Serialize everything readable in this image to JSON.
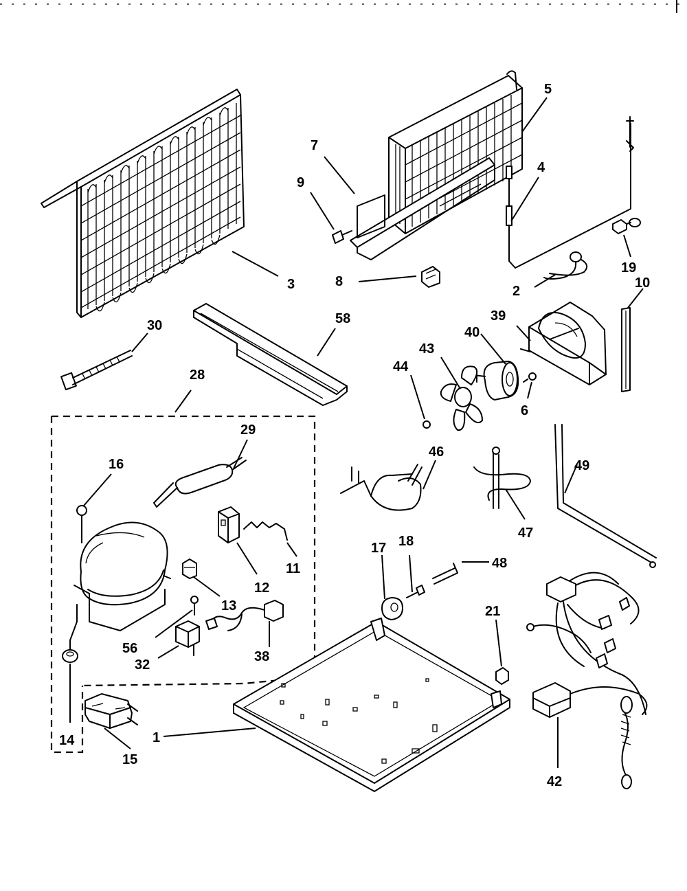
{
  "diagram": {
    "labels": {
      "p1": "1",
      "p2": "2",
      "p3": "3",
      "p4": "4",
      "p5": "5",
      "p6": "6",
      "p7": "7",
      "p8": "8",
      "p9": "9",
      "p10": "10",
      "p11": "11",
      "p12": "12",
      "p13": "13",
      "p14": "14",
      "p15": "15",
      "p16": "16",
      "p17": "17",
      "p18": "18",
      "p19": "19",
      "p21": "21",
      "p28": "28",
      "p29": "29",
      "p30": "30",
      "p32": "32",
      "p38": "38",
      "p39": "39",
      "p40": "40",
      "p42": "42",
      "p43": "43",
      "p44": "44",
      "p46": "46",
      "p47": "47",
      "p48": "48",
      "p49": "49",
      "p56": "56",
      "p58": "58"
    }
  }
}
